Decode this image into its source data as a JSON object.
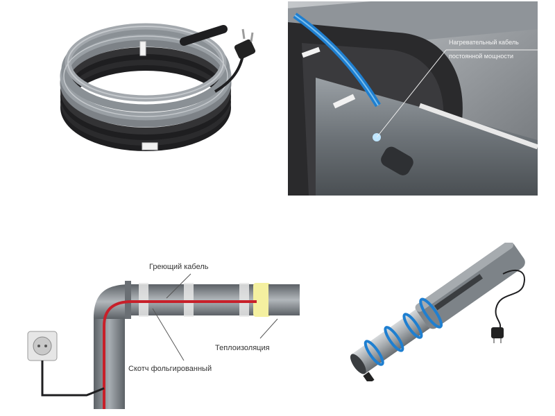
{
  "pipe3d": {
    "cable_label_line1": "Нагревательный кабель",
    "cable_label_line2": "постоянной мощности"
  },
  "diagram": {
    "label_cable": "Греющий кабель",
    "label_insulation": "Теплоизоляция",
    "label_tape": "Скотч фольгированный"
  },
  "colors": {
    "cable_red": "#c8202a",
    "cable_blue": "#1f7fd0",
    "insulation_yellow": "#f4f0a0",
    "pipe_gray": "#8f959a",
    "foam_black": "#2a2a2c"
  }
}
